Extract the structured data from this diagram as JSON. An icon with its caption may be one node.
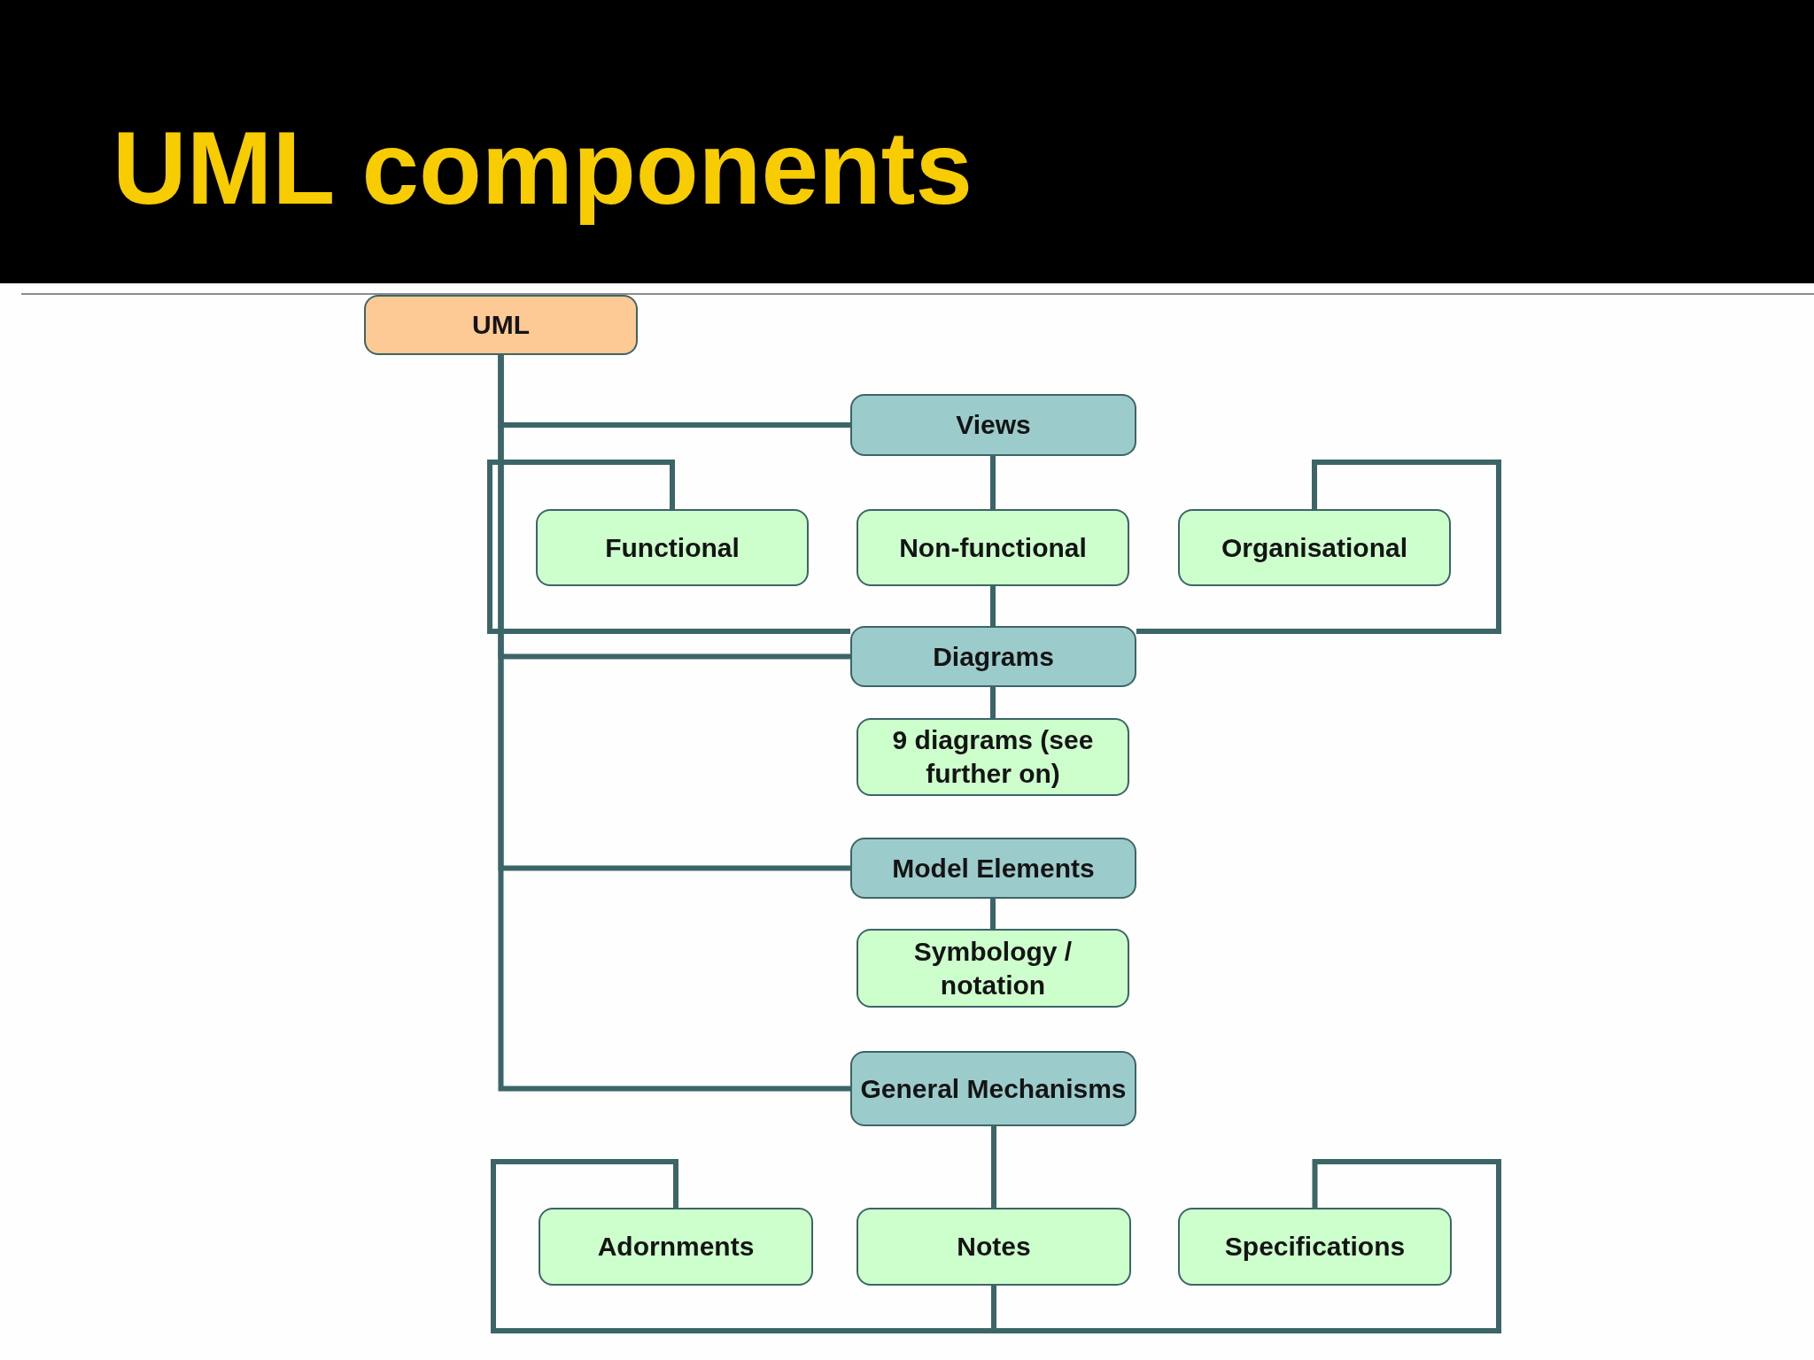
{
  "diagram": {
    "title": "UML components",
    "nodes": [
      {
        "text": [
          "UML"
        ]
      },
      {
        "text": [
          "Views"
        ]
      },
      {
        "text": [
          "Functional"
        ]
      },
      {
        "text": [
          "Non-functional"
        ]
      },
      {
        "text": [
          "Organisational"
        ]
      },
      {
        "text": [
          "Diagrams"
        ]
      },
      {
        "text": [
          "9 diagrams (see further on)"
        ]
      },
      {
        "text": [
          "Model Elements"
        ]
      },
      {
        "text": [
          "Symbology / notation"
        ]
      },
      {
        "text": [
          "General Mechanisms"
        ]
      },
      {
        "text": [
          "Adornments"
        ]
      },
      {
        "text": [
          "Notes"
        ]
      },
      {
        "text": [
          "Specifications"
        ]
      }
    ],
    "edges": [
      {
        "from": 0,
        "to": 1,
        "arrow": "none"
      },
      {
        "from": 0,
        "to": 5,
        "arrow": "none"
      },
      {
        "from": 0,
        "to": 7,
        "arrow": "none"
      },
      {
        "from": 0,
        "to": 9,
        "arrow": "none"
      },
      {
        "from": 1,
        "to": 3,
        "arrow": "none"
      },
      {
        "from": 3,
        "to": 5,
        "arrow": "none"
      },
      {
        "from": 5,
        "to": 2,
        "arrow": "none"
      },
      {
        "from": 5,
        "to": 4,
        "arrow": "none"
      },
      {
        "from": 5,
        "to": 6,
        "arrow": "none"
      },
      {
        "from": 7,
        "to": 8,
        "arrow": "none"
      },
      {
        "from": 9,
        "to": 11,
        "arrow": "none"
      },
      {
        "from": 11,
        "to": 10,
        "arrow": "none"
      },
      {
        "from": 11,
        "to": 12,
        "arrow": "none"
      }
    ]
  }
}
